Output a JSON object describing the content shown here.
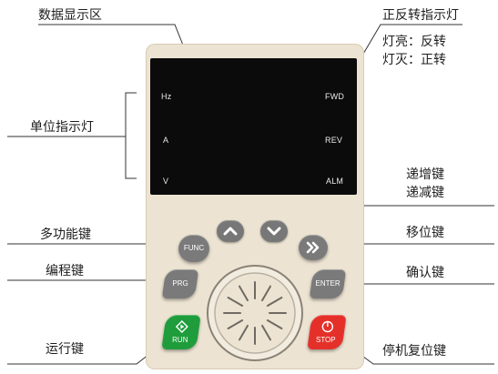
{
  "screen": {
    "indicators_left": [
      "Hz",
      "A",
      "V"
    ],
    "indicators_right": [
      "FWD",
      "REV",
      "ALM"
    ]
  },
  "callouts": {
    "data_display": "数据显示区",
    "direction_light": "正反转指示灯",
    "light_on": "灯亮：反转",
    "light_off": "灯灭：正转",
    "unit_light": "单位指示灯",
    "inc_key": "递增键",
    "dec_key": "递减键",
    "func_key": "多功能键",
    "shift_key": "移位键",
    "prog_key": "编程键",
    "confirm_key": "确认键",
    "run_key": "运行键",
    "stop_key": "停机复位键"
  },
  "buttons": {
    "func": "FUNC",
    "prg": "PRG",
    "run": "RUN",
    "entr": "ENTER",
    "stop": "STOP"
  },
  "icons": {
    "up": "chevron-up-icon",
    "down": "chevron-down-icon",
    "shift": "double-chevron-right-icon",
    "run": "start-icon",
    "stop": "stop-icon",
    "knob": "dial-icon"
  },
  "colors": {
    "panel": "#ece3d2",
    "screen": "#0b0b0b",
    "key_grey": "#7a7a7a",
    "run_green": "#1f9d3c",
    "stop_red": "#e5302a",
    "leader_line": "#333333"
  }
}
